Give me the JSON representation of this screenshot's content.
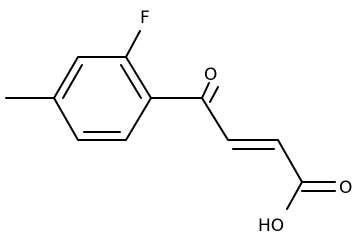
{
  "molecule": {
    "atoms": {
      "fluorine": "F",
      "ketone_oxygen": "O",
      "acid_carbonyl_oxygen": "O",
      "hydroxyl": "HO"
    }
  }
}
